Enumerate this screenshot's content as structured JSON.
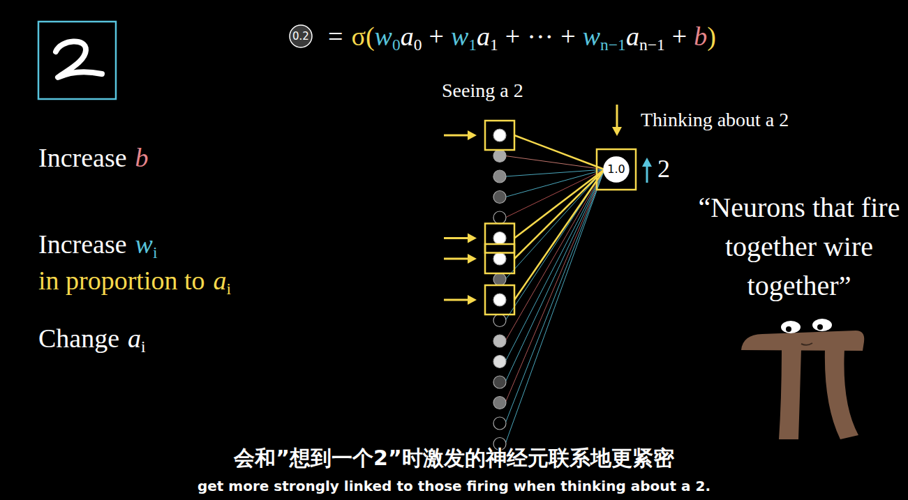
{
  "diagram": {
    "nodes": [
      {
        "text": [
          "0.2"
        ]
      },
      {
        "text": [
          "1.0"
        ]
      }
    ],
    "labels": [
      "=",
      "σ(",
      "w",
      "0",
      "a",
      "0",
      "+",
      "w",
      "1",
      "a",
      "1",
      "+",
      "···",
      "+",
      "w",
      "n−1",
      "a",
      "n−1",
      "+",
      "b",
      ")",
      "Seeing a 2",
      "Thinking about a 2",
      "2",
      "Increase",
      "b",
      "Increase",
      "w",
      "i",
      "in proportion to",
      "a",
      "i",
      "Change",
      "a",
      "i",
      "“Neurons that fire together wire together”",
      "会和”想到一个2”时激发的神经元联系地更紧密",
      "get more strongly linked to those firing when thinking about a 2."
    ]
  }
}
